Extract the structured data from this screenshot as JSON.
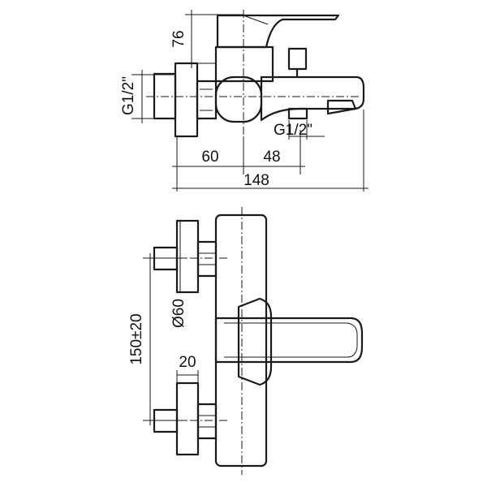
{
  "top_view": {
    "height_dim": "76",
    "inlet_thread": "G1/2\"",
    "outlet_thread": "G1/2\"",
    "dim_wall_to_axis": "60",
    "dim_axis_to_outlet": "48",
    "overall_length": "148"
  },
  "front_view": {
    "center_distance": "150±20",
    "flange_diameter": "Ø60",
    "inlet_dim": "20"
  }
}
